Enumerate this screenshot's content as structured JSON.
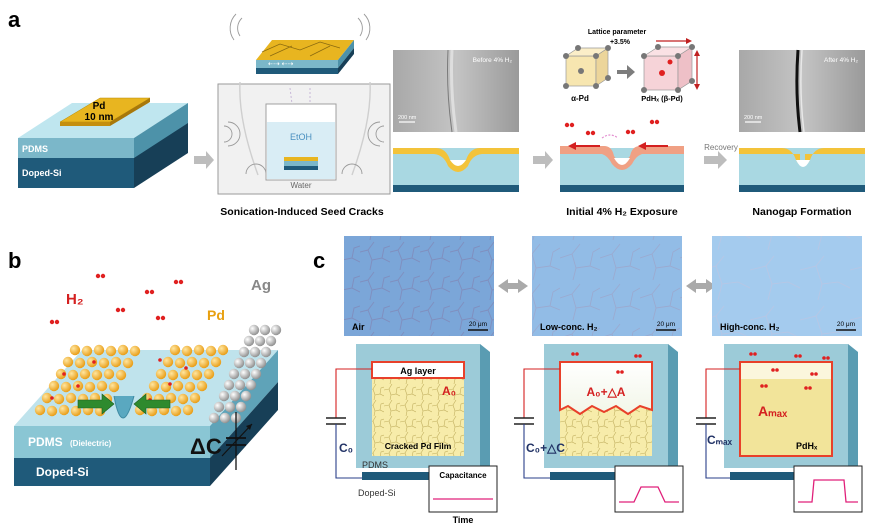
{
  "panel_a": {
    "letter": "a",
    "device": {
      "metal_label": "Pd",
      "thickness": "10 nm",
      "layer1": "PDMS",
      "layer2": "Doped-Si"
    },
    "sonication": {
      "solvent": "EtOH",
      "bath": "Water",
      "caption": "Sonication-Induced Seed Cracks"
    },
    "sem_before": {
      "label": "Before 4% H₂",
      "scale": "200 nm"
    },
    "exposure": {
      "lattice_title": "Lattice parameter",
      "lattice_change": "+3.5%",
      "alpha_label": "α-Pd",
      "beta_label": "PdHₓ (β-Pd)",
      "caption": "Initial 4% H₂ Exposure"
    },
    "recovery_label": "Recovery",
    "sem_after": {
      "label": "After 4% H₂",
      "scale": "200 nm"
    },
    "nanogap_caption": "Nanogap Formation"
  },
  "panel_b": {
    "letter": "b",
    "gas": "H₂",
    "metal": "Pd",
    "electrode": "Ag",
    "dielectric": "PDMS",
    "dielectric_note": "(Dielectric)",
    "substrate": "Doped-Si",
    "delta_c": "ΔC"
  },
  "panel_c": {
    "letter": "c",
    "micrographs": [
      {
        "label": "Air",
        "scale": "20 μm"
      },
      {
        "label": "Low-conc. H₂",
        "scale": "20 μm"
      },
      {
        "label": "High-conc. H₂",
        "scale": "20 μm"
      }
    ],
    "states": [
      {
        "capacitance": "C₀",
        "area": "A₀",
        "film": "Cracked Pd Film",
        "ag": "Ag layer"
      },
      {
        "capacitance": "C₀+△C",
        "area": "A₀+△A"
      },
      {
        "capacitance": "Cₘₐₓ",
        "area": "Aₘₐₓ",
        "film": "PdHₓ"
      }
    ],
    "layers": {
      "top": "PDMS",
      "bottom": "Doped-Si"
    },
    "plot": {
      "ylabel": "Capacitance",
      "xlabel": "Time"
    }
  },
  "colors": {
    "pd": "#f5c542",
    "pdms": "#8fc9d6",
    "si": "#1f5a7a",
    "h2": "#e02020",
    "accent_red": "#e8402a"
  }
}
